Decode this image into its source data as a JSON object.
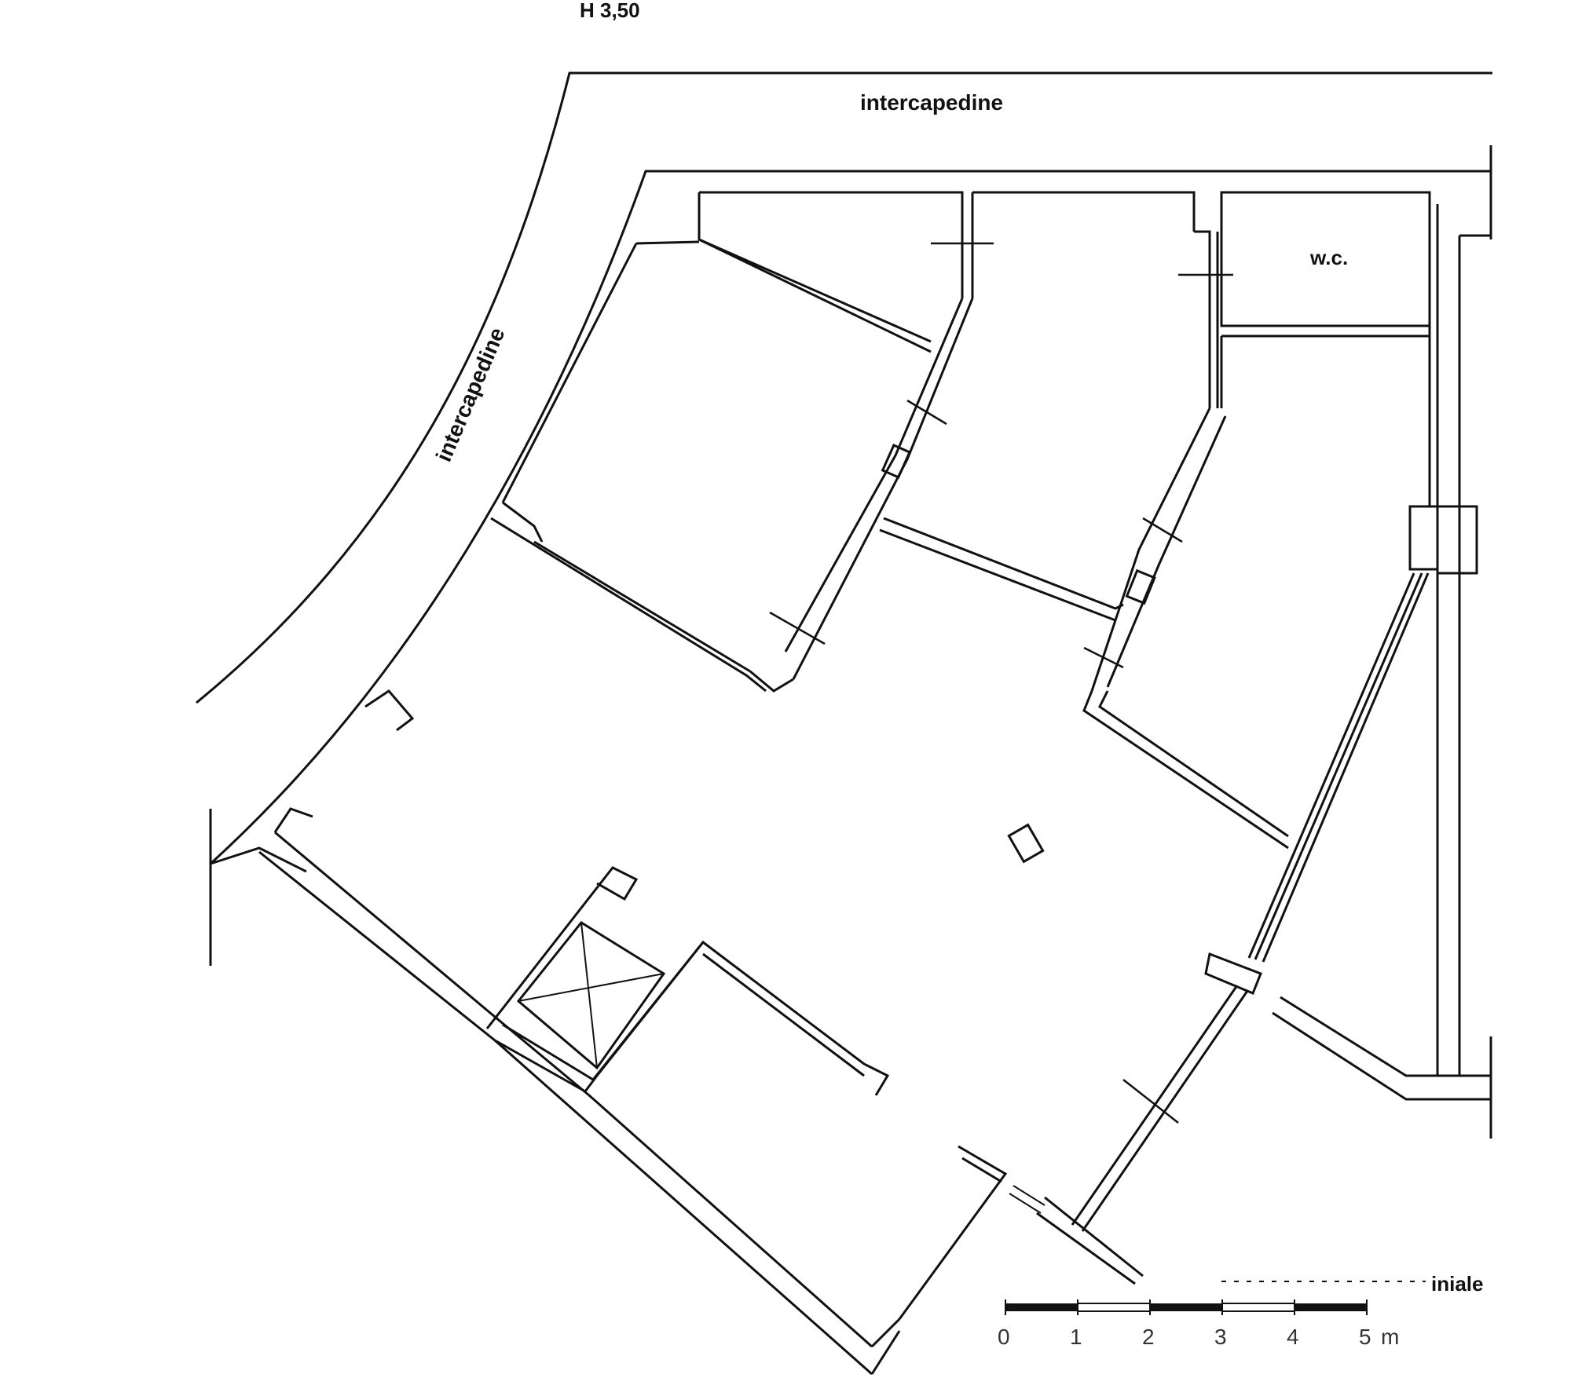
{
  "labels": {
    "height": "H 3,50",
    "intercapedine_top": "intercapedine",
    "intercapedine_side": "intercapedine",
    "wc": "w.c.",
    "partial_bottom_right": "iniale"
  },
  "scale_bar": {
    "ticks": [
      "0",
      "1",
      "2",
      "3",
      "4"
    ],
    "last_tick": "5",
    "unit": "m"
  },
  "colors": {
    "ink": "#111111",
    "paper": "#ffffff"
  }
}
